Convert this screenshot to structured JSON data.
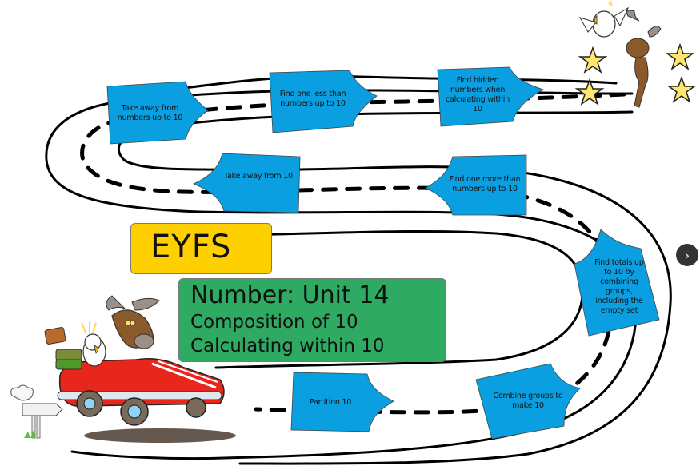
{
  "title_card": {
    "stage": "EYFS",
    "unit_title": "Number: Unit 14",
    "subtitle_1": "Composition of 10",
    "subtitle_2": "Calculating within 10"
  },
  "colors": {
    "sign_blue": "#0a9fe0",
    "stage_yellow": "#ffd000",
    "unit_green": "#2eaa62",
    "road_line": "#000000",
    "nav_button": "#333333"
  },
  "steps": [
    {
      "order": 1,
      "label": "Partition 10"
    },
    {
      "order": 2,
      "label": "Combine groups to make 10"
    },
    {
      "order": 3,
      "label": "Find totals up to 10 by combining groups, including the empty set"
    },
    {
      "order": 4,
      "label": "Find one more than numbers up to 10"
    },
    {
      "order": 5,
      "label": "Take away from 10"
    },
    {
      "order": 6,
      "label": "Take away from numbers up to 10"
    },
    {
      "order": 7,
      "label": "Find one less than numbers up to 10"
    },
    {
      "order": 8,
      "label": "Find hidden numbers when calculating within 10"
    }
  ],
  "navigation": {
    "next_icon": "chevron-right-icon",
    "next_glyph": "›"
  },
  "illustrations": {
    "start": "moose-and-cockatoo-driving-red-car",
    "finish": "moose-and-cockatoo-celebrating-with-stars",
    "star_count": 4
  }
}
